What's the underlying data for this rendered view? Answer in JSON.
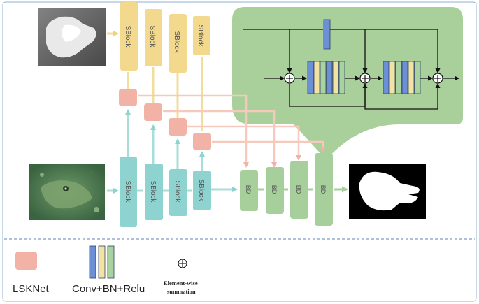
{
  "colors": {
    "sblock_top": "#f3d98d",
    "sblock_bottom": "#8ed3cf",
    "lsk": "#f2b3a6",
    "bd": "#a6cf9c",
    "panel": "#a9d09a",
    "conv_blue": "#6d8fd6",
    "conv_yellow": "#f2e3a3",
    "conv_green": "#a9d39e",
    "arrow_pink": "#f6c9bd",
    "arrow_teal": "#a9ddd7",
    "arrow_yellow": "#f2dd9b"
  },
  "blocks": {
    "sblock_label": "SBlock",
    "bd_label": "BD"
  },
  "legend": {
    "lsknet": "LSKNet",
    "conv": "Conv+BN+Relu",
    "sum_line1": "Element-wise",
    "sum_line2": "summation"
  }
}
